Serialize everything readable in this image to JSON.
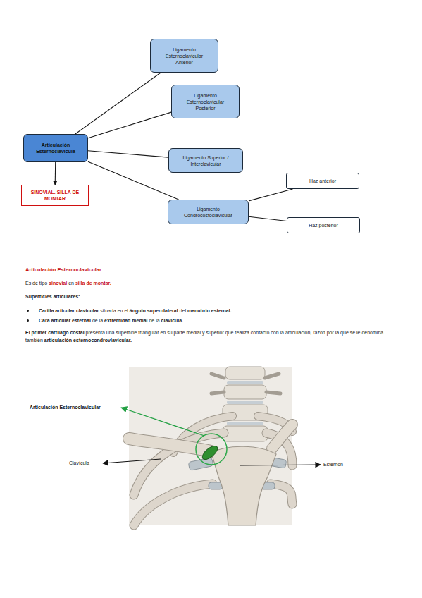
{
  "diagram": {
    "nodes": [
      {
        "text": [
          "Articulación Esternoclavícula"
        ]
      },
      {
        "text": [
          "Ligamento Esternoclavicular Anterior"
        ]
      },
      {
        "text": [
          "Ligamento Esternoclavicular Posterior"
        ]
      },
      {
        "text": [
          "Ligamento Superior / Interclavicular"
        ]
      },
      {
        "text": [
          "Ligamento Condrocostoclavicular"
        ]
      },
      {
        "text": [
          "Haz anterior"
        ]
      },
      {
        "text": [
          "Haz posterior"
        ]
      },
      {
        "text": [
          "SINOVIAL. SILLA DE MONTAR"
        ]
      }
    ],
    "edges": [
      {
        "from": 0,
        "to": 1,
        "arrow": "none"
      },
      {
        "from": 0,
        "to": 2,
        "arrow": "none"
      },
      {
        "from": 0,
        "to": 3,
        "arrow": "none"
      },
      {
        "from": 0,
        "to": 4,
        "arrow": "none"
      },
      {
        "from": 4,
        "to": 5,
        "arrow": "none"
      },
      {
        "from": 4,
        "to": 6,
        "arrow": "none"
      },
      {
        "from": 0,
        "to": 7,
        "arrow": "to"
      }
    ],
    "labels": [
      "Articulación Esternoclavicular",
      "Es de tipo",
      "sinovial",
      "en",
      "silla de montar.",
      "Superficies articulares:",
      "Carilla articular clavicular",
      "situada en el",
      "ángulo superolateral",
      "del",
      "manubrio esternal.",
      "Cara articular esternal",
      "de la",
      "extremidad medial",
      "de la",
      "clavícula.",
      "El primer cartílago costal",
      "presenta una superficie triangular en su parte medial y superior que realiza contacto con la articulación, razón por la que se le denomina también",
      "articulación esternocondrovlavicular.",
      "Articulación Esternoclavicular",
      "Clavícula",
      "Esternón"
    ]
  }
}
